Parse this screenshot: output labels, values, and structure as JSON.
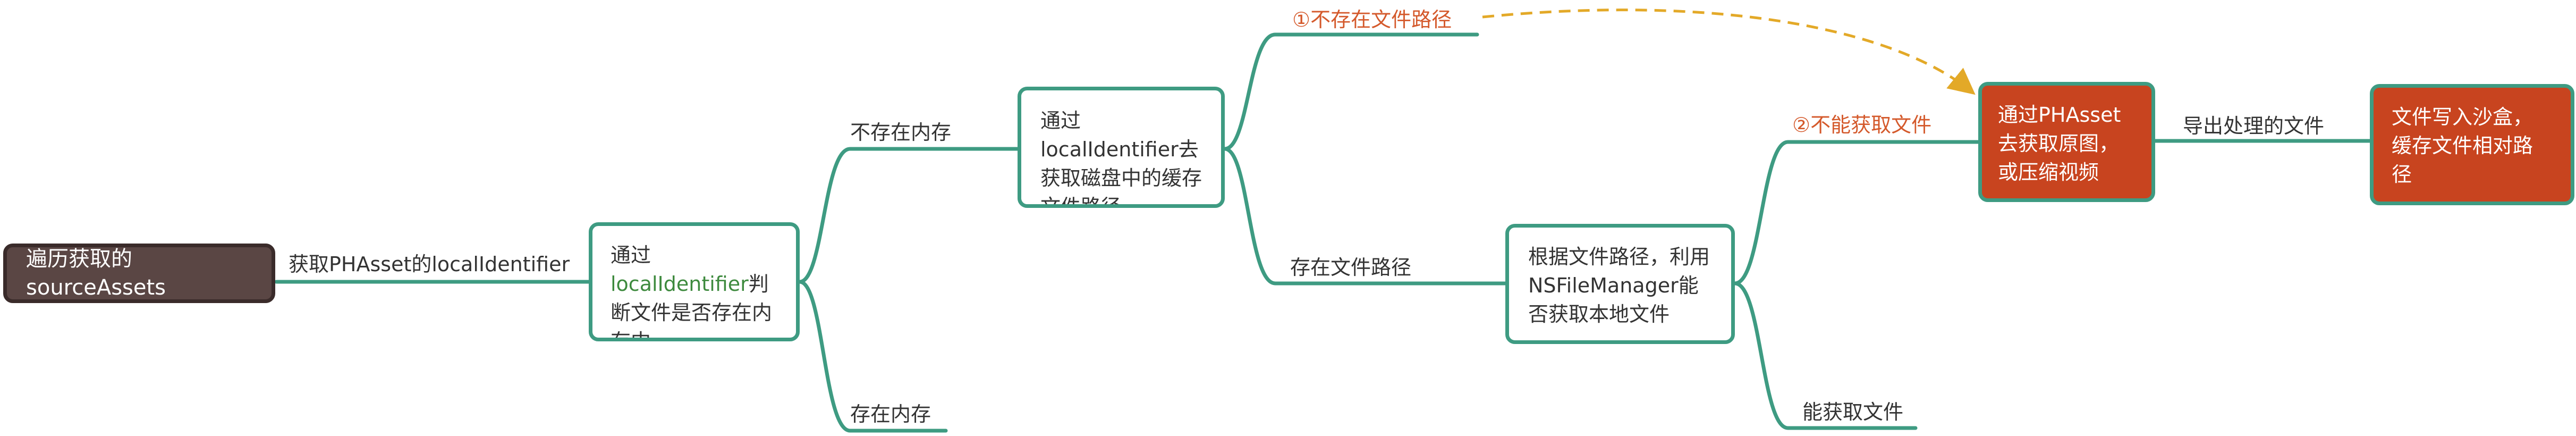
{
  "diagram": {
    "root": {
      "text": "遍历获取的sourceAssets"
    },
    "edge_root": {
      "text": "获取PHAsset的localIdentifier"
    },
    "n_check_memory": {
      "prefix": "通过",
      "highlight": "localIdentifier",
      "rest": "判断文件是否存在内存中"
    },
    "edge_not_in_memory": {
      "text": "不存在内存"
    },
    "edge_in_memory": {
      "text": "存在内存"
    },
    "n_disk_path": {
      "text": "通过localIdentifier去获取磁盘中的缓存文件路径"
    },
    "edge_no_path": {
      "text": "①不存在文件路径"
    },
    "edge_has_path": {
      "text": "存在文件路径"
    },
    "n_filemanager": {
      "text": "根据文件路径，利用NSFileManager能否获取本地文件"
    },
    "edge_cannot_get": {
      "text": "②不能获取文件"
    },
    "edge_can_get": {
      "text": "能获取文件"
    },
    "n_phasset": {
      "text": "通过PHAsset去获取原图，或压缩视频"
    },
    "edge_export": {
      "text": "导出处理的文件"
    },
    "n_write": {
      "text": "文件写入沙盒，缓存文件相对路径"
    }
  },
  "colors": {
    "line": "#3e9b82",
    "root_fill": "#5a4644",
    "red_fill": "#c8441f",
    "orange_text": "#d4592b",
    "dashed_arrow": "#e3a928"
  }
}
